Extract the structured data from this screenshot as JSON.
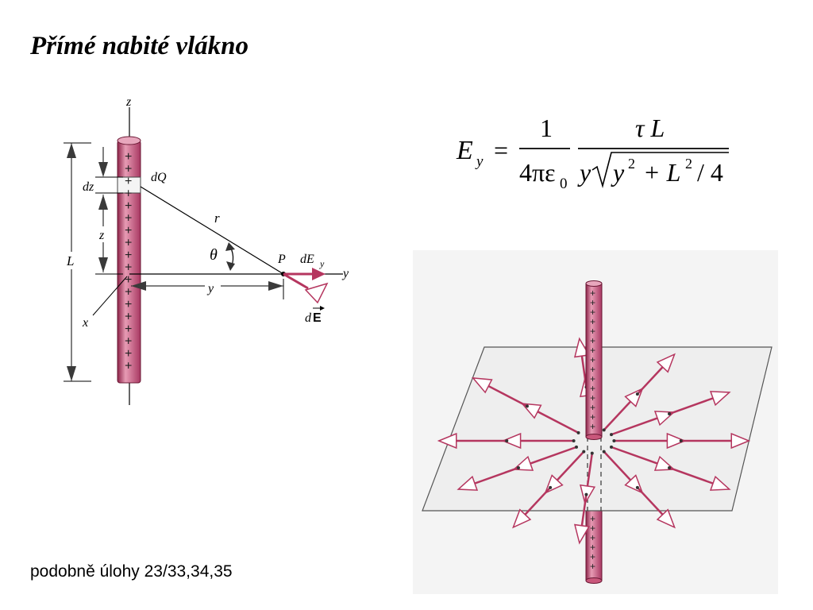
{
  "slide": {
    "title": "Přímé nabité vlákno",
    "footer": "podobně úlohy 23/33,34,35"
  },
  "formula": {
    "lhs_symbol": "E",
    "lhs_subscript": "y",
    "equals": "=",
    "frac1_num": "1",
    "frac1_den_main": "4πε",
    "frac1_den_sub": "0",
    "frac2_num": "τ L",
    "frac2_den_y": "y",
    "frac2_den_y2": "y",
    "frac2_den_exp": "2",
    "frac2_den_plus": "+ L",
    "frac2_den_exp2": "2",
    "frac2_den_tail": "/ 4"
  },
  "left_figure": {
    "axis_z": "z",
    "axis_y": "y",
    "axis_x": "x",
    "label_dz": "dz",
    "label_dQ": "dQ",
    "label_z": "z",
    "label_L": "L",
    "label_r": "r",
    "label_theta": "θ",
    "label_P": "P",
    "label_dE": "dE",
    "label_dE_sub": "y",
    "label_y": "y",
    "label_dE_vec_d": "d",
    "label_dE_vec_E": "E",
    "charge_sign": "+"
  },
  "colors": {
    "rod": "#c9577b",
    "rod_dark": "#8c2348",
    "arrow": "#b5365f",
    "plane": "#eeeeee"
  }
}
